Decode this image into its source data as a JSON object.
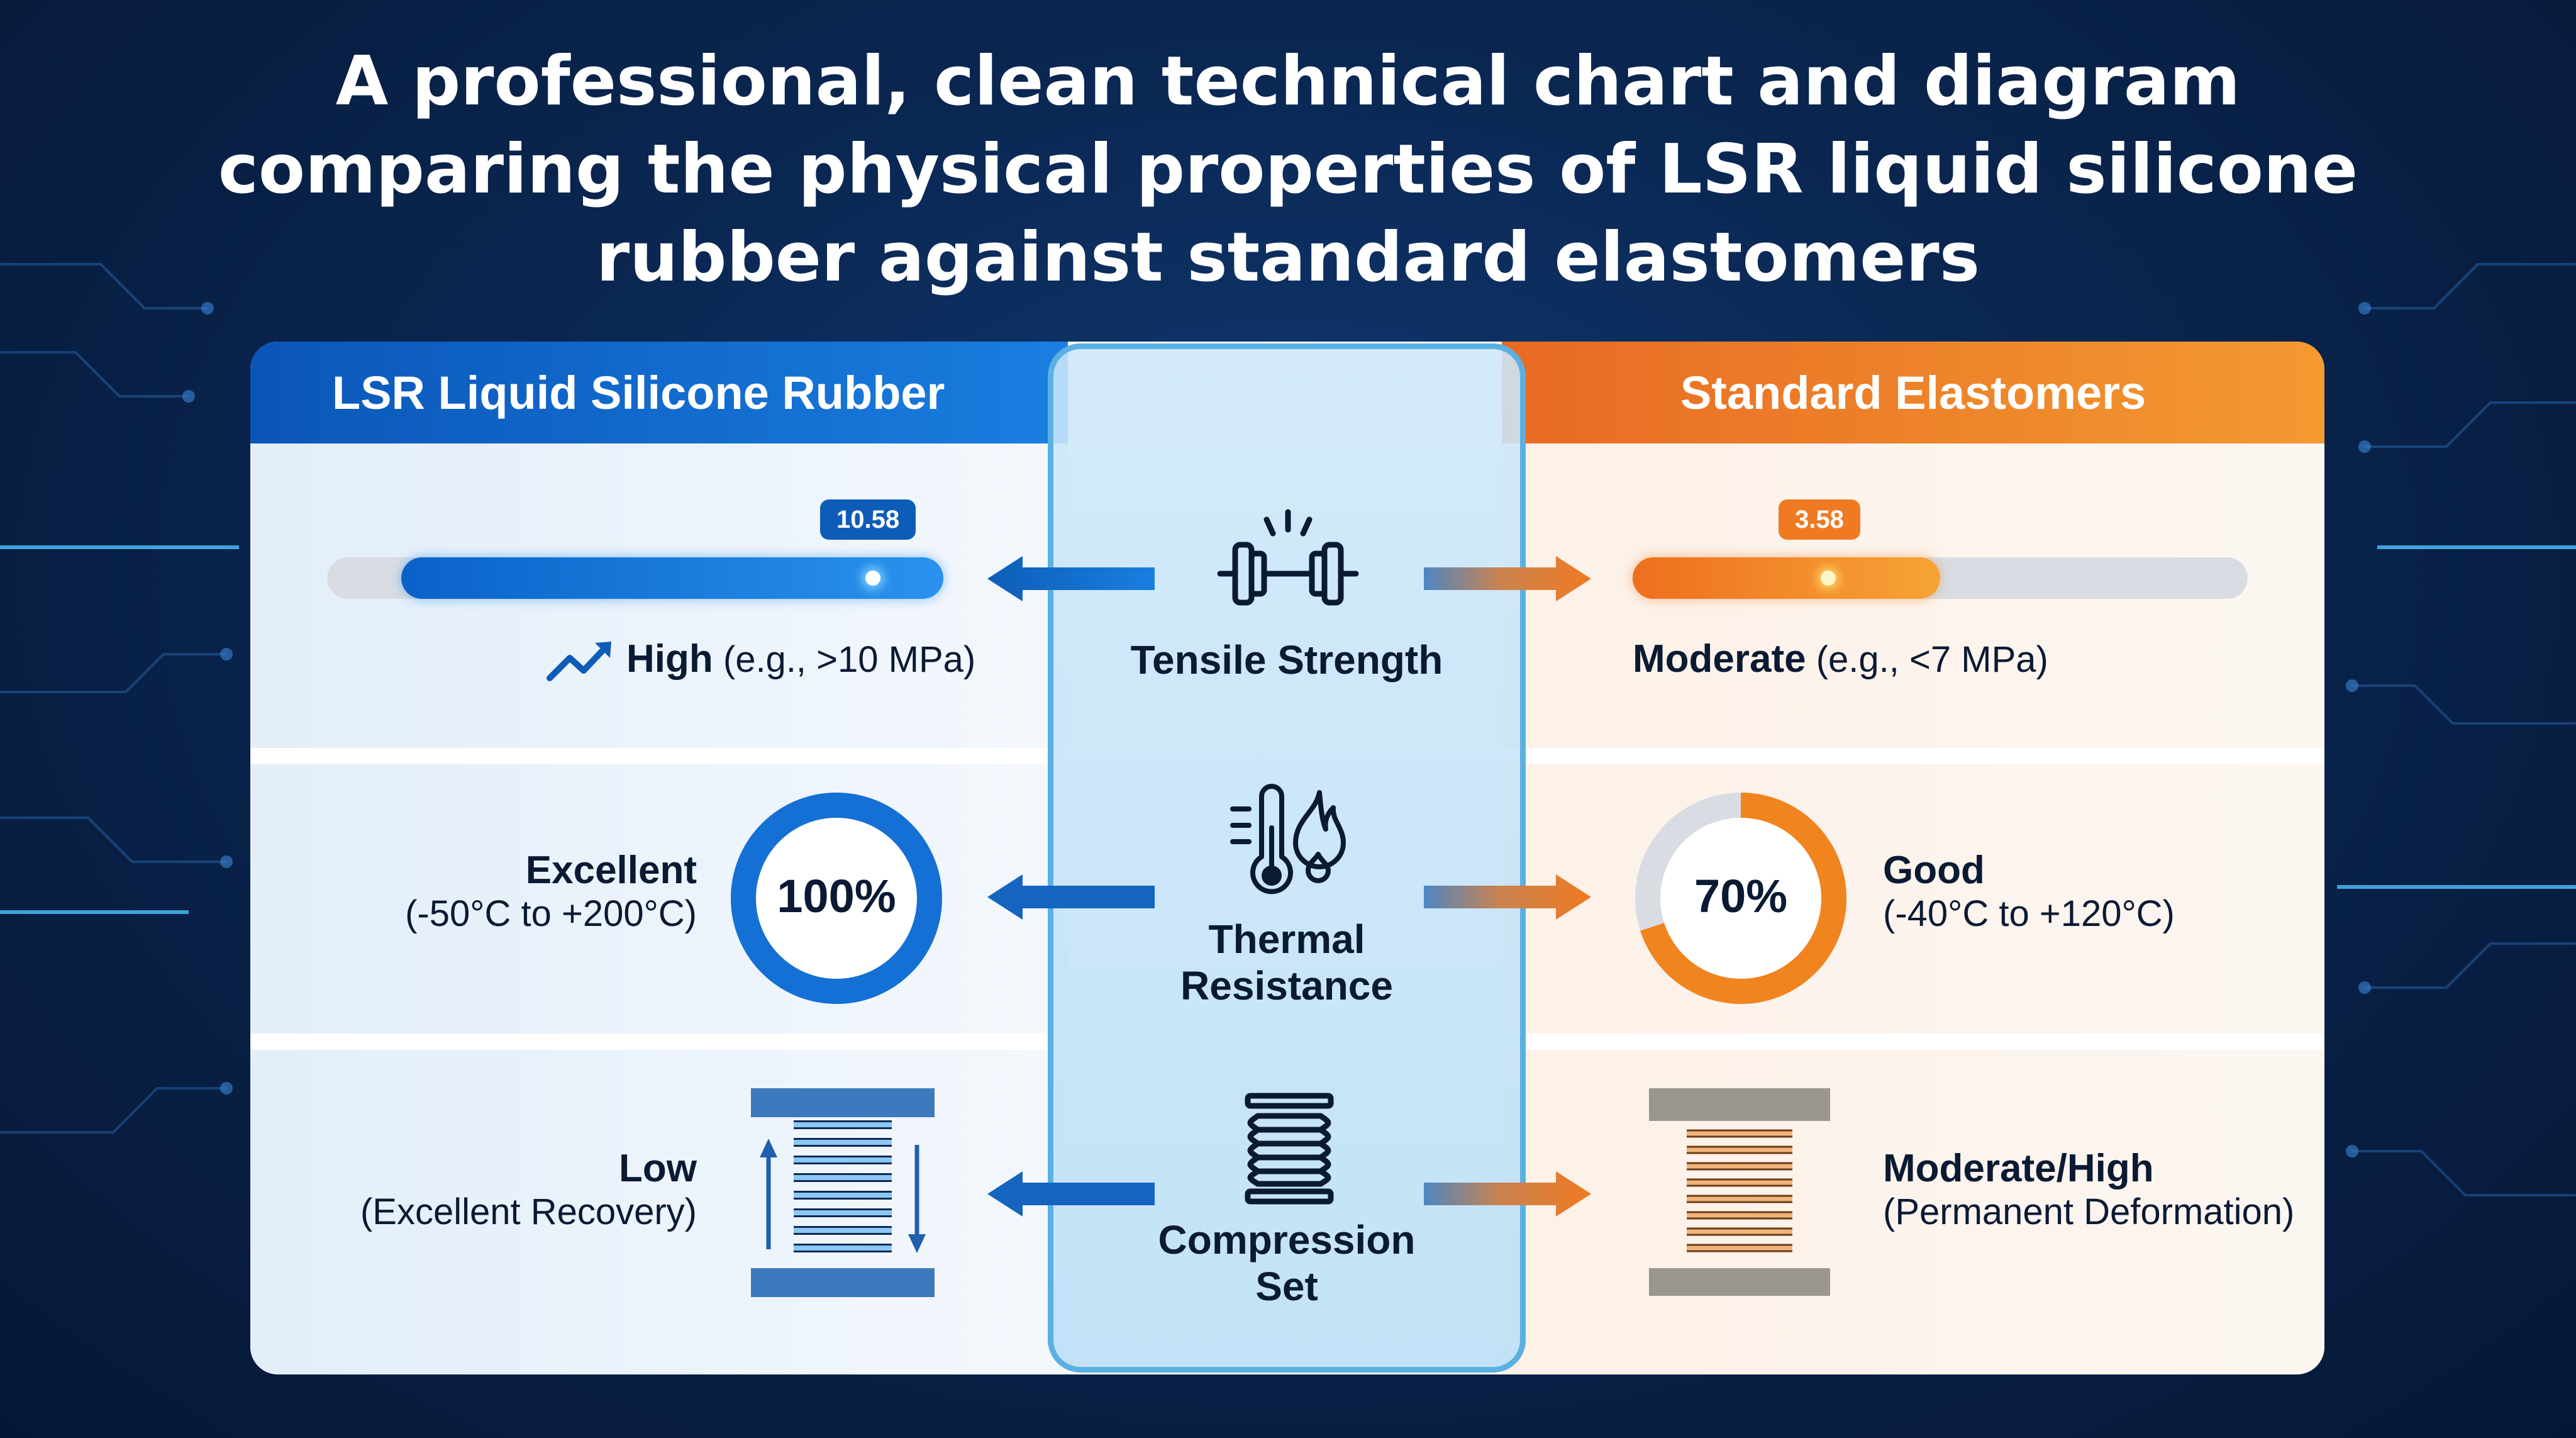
{
  "title": {
    "line1": "A professional, clean technical chart and diagram",
    "line2": "comparing the physical properties of LSR liquid silicone",
    "line3": "rubber against standard elastomers"
  },
  "headers": {
    "left": "LSR Liquid Silicone Rubber",
    "right": "Standard Elastomers"
  },
  "colors": {
    "lsr_blue": "#1565c0",
    "standard_orange": "#f07a22",
    "center_border": "#5bb0e2"
  },
  "properties": [
    {
      "name": "Tensile Strength",
      "icon": "dumbbell-icon",
      "lsr": {
        "level": "High",
        "detail": "(e.g., >10 MPa)",
        "badge": "10.58",
        "fill_fraction": 0.88,
        "icon": "trend-up-icon"
      },
      "standard": {
        "level": "Moderate",
        "detail": "(e.g., <7 MPa)",
        "badge": "3.58",
        "fill_fraction": 0.5
      }
    },
    {
      "name_line1": "Thermal",
      "name_line2": "Resistance",
      "icon": "thermometer-flame-icon",
      "lsr": {
        "level": "Excellent",
        "detail": "(-50°C to +200°C)",
        "ring_text": "100%",
        "ring_percent": 100
      },
      "standard": {
        "level": "Good",
        "detail": "(-40°C to +120°C)",
        "ring_text": "70%",
        "ring_percent": 70
      }
    },
    {
      "name_line1": "Compression",
      "name_line2": "Set",
      "icon": "spring-icon",
      "lsr": {
        "level": "Low",
        "detail": "(Excellent Recovery)",
        "icon": "compressed-spring-recovery-icon"
      },
      "standard": {
        "level": "Moderate/High",
        "detail": "(Permanent Deformation)",
        "icon": "deformed-spring-icon"
      }
    }
  ]
}
